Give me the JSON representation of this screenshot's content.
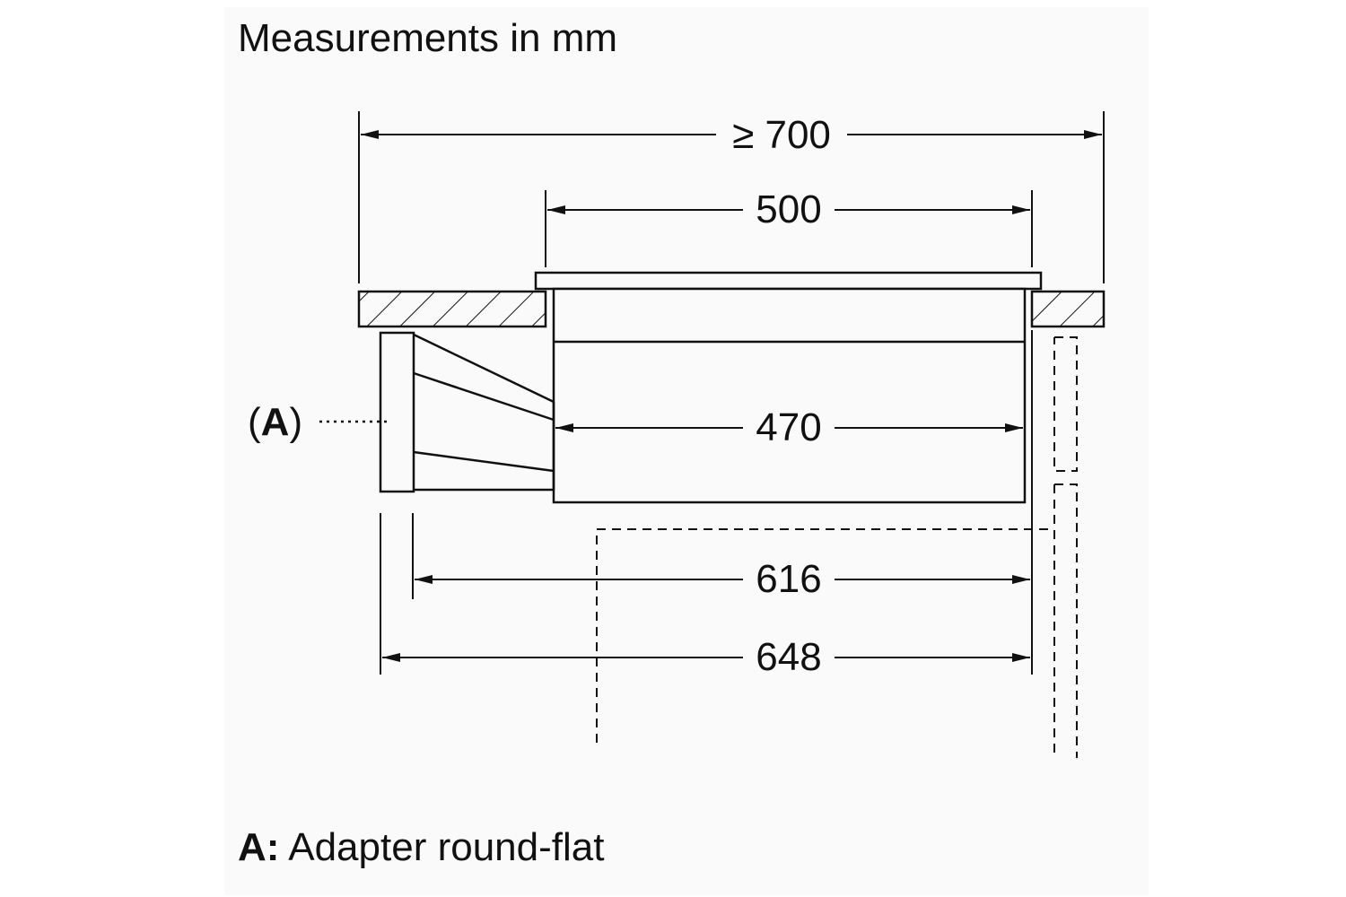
{
  "title": "Measurements in mm",
  "dimensions": {
    "overall_width": "≥ 700",
    "hob_width": "500",
    "unit_width": "470",
    "depth_with_adapter": "616",
    "depth_total": "648"
  },
  "callout": {
    "open": "(",
    "letter": "A",
    "close": ")"
  },
  "legend": {
    "key": "A:",
    "text": "Adapter round-flat"
  }
}
